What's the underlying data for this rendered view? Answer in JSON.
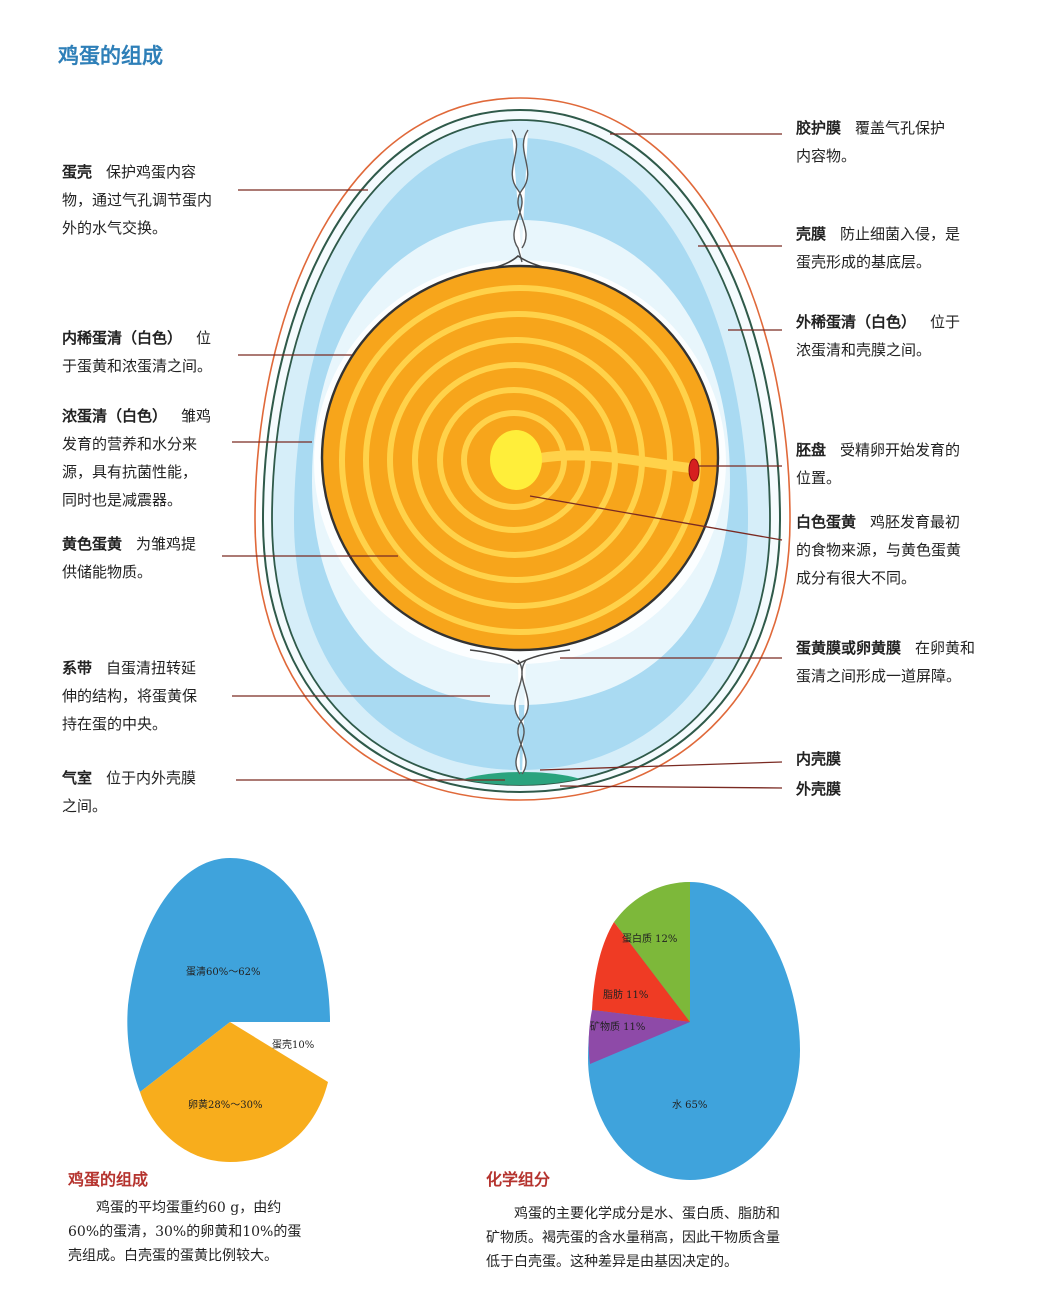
{
  "page_title": "鸡蛋的组成",
  "labels": {
    "shell": {
      "term": "蛋壳",
      "lines": [
        "保护鸡蛋内容",
        "物，通过气孔调节蛋内",
        "外的水气交换。"
      ]
    },
    "inner_thin": {
      "term": "内稀蛋清（白色）",
      "lines": [
        "位",
        "于蛋黄和浓蛋清之间。"
      ]
    },
    "thick": {
      "term": "浓蛋清（白色）",
      "lines": [
        "雏鸡",
        "发育的营养和水分来",
        "源，具有抗菌性能，",
        "同时也是减震器。"
      ]
    },
    "yellow_yolk": {
      "term": "黄色蛋黄",
      "lines": [
        "为雏鸡提",
        "供储能物质。"
      ]
    },
    "chalaza": {
      "term": "系带",
      "lines": [
        "自蛋清扭转延",
        "伸的结构，将蛋黄保",
        "持在蛋的中央。"
      ]
    },
    "air_cell": {
      "term": "气室",
      "lines": [
        "位于内外壳膜",
        "之间。"
      ]
    },
    "cuticle": {
      "term": "胶护膜",
      "lines": [
        "覆盖气孔保护",
        "内容物。"
      ]
    },
    "shell_membrane": {
      "term": "壳膜",
      "lines": [
        "防止细菌入侵，是",
        "蛋壳形成的基底层。"
      ]
    },
    "outer_thin": {
      "term": "外稀蛋清（白色）",
      "lines": [
        "位于",
        "浓蛋清和壳膜之间。"
      ]
    },
    "germinal_disc": {
      "term": "胚盘",
      "lines": [
        "受精卵开始发育的",
        "位置。"
      ]
    },
    "white_yolk": {
      "term": "白色蛋黄",
      "lines": [
        "鸡胚发育最初",
        "的食物来源，与黄色蛋黄",
        "成分有很大不同。"
      ]
    },
    "vitelline": {
      "term": "蛋黄膜或卵黄膜",
      "lines": [
        "在卵黄和",
        "蛋清之间形成一道屏障。"
      ]
    },
    "inner_shell_membrane": {
      "term": "内壳膜",
      "lines": []
    },
    "outer_shell_membrane": {
      "term": "外壳膜",
      "lines": []
    }
  },
  "chart_data": [
    {
      "type": "pie",
      "slices": [
        {
          "label": "蛋清60%～62%",
          "value": 61,
          "color": "#3fa3dc"
        },
        {
          "label": "卵黄28%～30%",
          "value": 29,
          "color": "#f8ad1c"
        },
        {
          "label": "蛋壳10%",
          "value": 10,
          "color": "#ffffff"
        }
      ]
    },
    {
      "type": "pie",
      "slices": [
        {
          "label": "水 65%",
          "value": 65,
          "color": "#3fa3dc"
        },
        {
          "label": "矿物质 11%",
          "value": 11,
          "color": "#8e4aa8"
        },
        {
          "label": "脂肪 11%",
          "value": 11,
          "color": "#ef3b24"
        },
        {
          "label": "蛋白质 12%",
          "value": 12,
          "color": "#7db83a"
        }
      ]
    }
  ],
  "captions": {
    "composition": {
      "title": "鸡蛋的组成",
      "lines": [
        "鸡蛋的平均蛋重约60 g，由约",
        "60%的蛋清，30%的卵黄和10%的蛋",
        "壳组成。白壳蛋的蛋黄比例较大。"
      ]
    },
    "chemical": {
      "title": "化学组分",
      "lines": [
        "鸡蛋的主要化学成分是水、蛋白质、脂肪和",
        "矿物质。褐壳蛋的含水量稍高，因此干物质含量",
        "低于白壳蛋。这种差异是由基因决定的。"
      ]
    }
  },
  "colors": {
    "title_blue": "#2e7fb8",
    "caption_red": "#b5332e",
    "yolk_orange": "#f7a51b",
    "yolk_ring": "#ffd24a",
    "albumen_blue": "#bfe3f4",
    "shell_line": "#e0693a",
    "air_cell_green": "#2aa37e"
  }
}
